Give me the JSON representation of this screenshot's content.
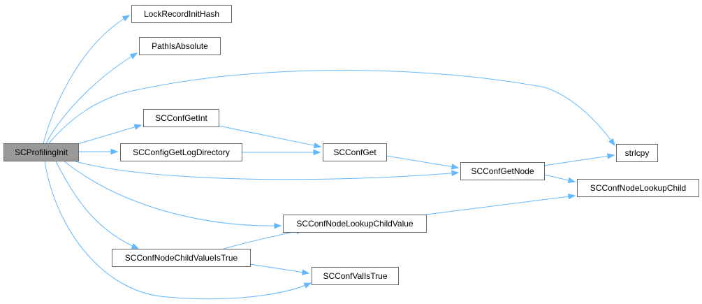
{
  "graph": {
    "colors": {
      "edge": "#63b8ff",
      "node_border": "#666666",
      "root_fill": "#999999",
      "node_fill": "#ffffff"
    },
    "nodes": [
      {
        "id": "root",
        "label": "SCProfilingInit"
      },
      {
        "id": "lrih",
        "label": "LockRecordInitHash"
      },
      {
        "id": "pia",
        "label": "PathIsAbsolute"
      },
      {
        "id": "cgi",
        "label": "SCConfGetInt"
      },
      {
        "id": "cgld",
        "label": "SCConfigGetLogDirectory"
      },
      {
        "id": "cg",
        "label": "SCConfGet"
      },
      {
        "id": "strlcpy",
        "label": "strlcpy"
      },
      {
        "id": "cgn",
        "label": "SCConfGetNode"
      },
      {
        "id": "cnlc",
        "label": "SCConfNodeLookupChild"
      },
      {
        "id": "cnlcv",
        "label": "SCConfNodeLookupChildValue"
      },
      {
        "id": "cncvit",
        "label": "SCConfNodeChildValueIsTrue"
      },
      {
        "id": "cvit",
        "label": "SCConfValIsTrue"
      }
    ],
    "edges": [
      [
        "root",
        "lrih"
      ],
      [
        "root",
        "pia"
      ],
      [
        "root",
        "strlcpy"
      ],
      [
        "root",
        "cgi"
      ],
      [
        "root",
        "cgld"
      ],
      [
        "root",
        "cgn"
      ],
      [
        "root",
        "cnlcv"
      ],
      [
        "root",
        "cncvit"
      ],
      [
        "root",
        "cvit"
      ],
      [
        "cgi",
        "cg"
      ],
      [
        "cgld",
        "cg"
      ],
      [
        "cg",
        "cgn"
      ],
      [
        "cgn",
        "strlcpy"
      ],
      [
        "cgn",
        "cnlc"
      ],
      [
        "cnlcv",
        "cnlc"
      ],
      [
        "cncvit",
        "cnlcv"
      ],
      [
        "cncvit",
        "cvit"
      ]
    ]
  }
}
